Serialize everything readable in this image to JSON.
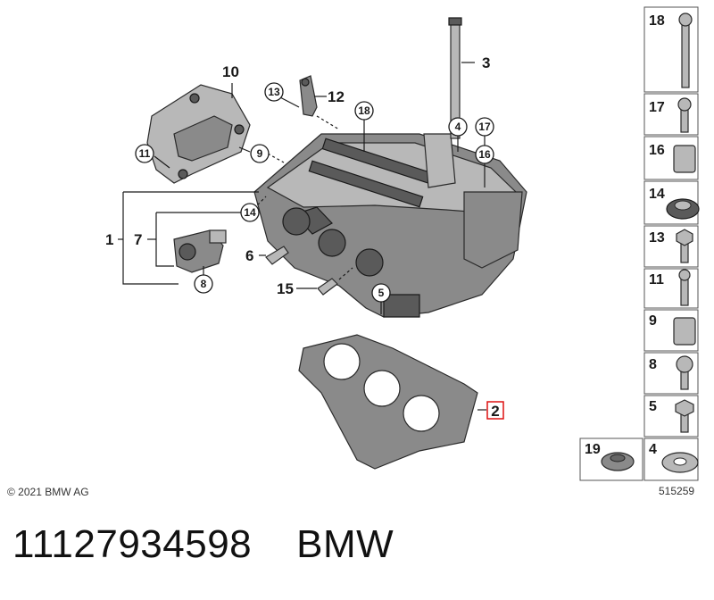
{
  "callouts": {
    "c1": "1",
    "c2": "2",
    "c3": "3",
    "c4": "4",
    "c5": "5",
    "c6": "6",
    "c7": "7",
    "c8": "8",
    "c9": "9",
    "c10": "10",
    "c11": "11",
    "c12": "12",
    "c13": "13",
    "c14": "14",
    "c15": "15",
    "c16": "16",
    "c17": "17",
    "c18": "18"
  },
  "parts_panel": [
    "18",
    "17",
    "16",
    "14",
    "13",
    "11",
    "9",
    "8",
    "5",
    "4",
    "19"
  ],
  "copyright": "© 2021 BMW AG",
  "image_id": "515259",
  "caption": {
    "part_number": "11127934598",
    "brand": "BMW"
  }
}
